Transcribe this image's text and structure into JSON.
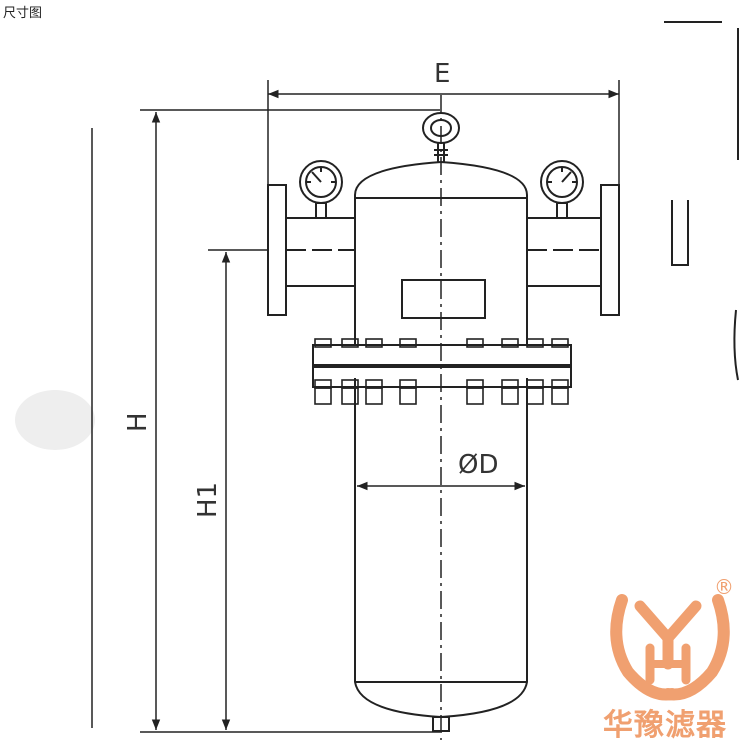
{
  "header": {
    "title": "尺寸图"
  },
  "dimensions": {
    "width_label": "E",
    "height_label": "H",
    "inlet_height_label": "H1",
    "diameter_label": "ØD"
  },
  "brand": {
    "name": "华豫滤器",
    "registered_mark": "®",
    "color": "#f0a070"
  },
  "colors": {
    "line": "#222222",
    "shade": "#e4e4e4"
  }
}
